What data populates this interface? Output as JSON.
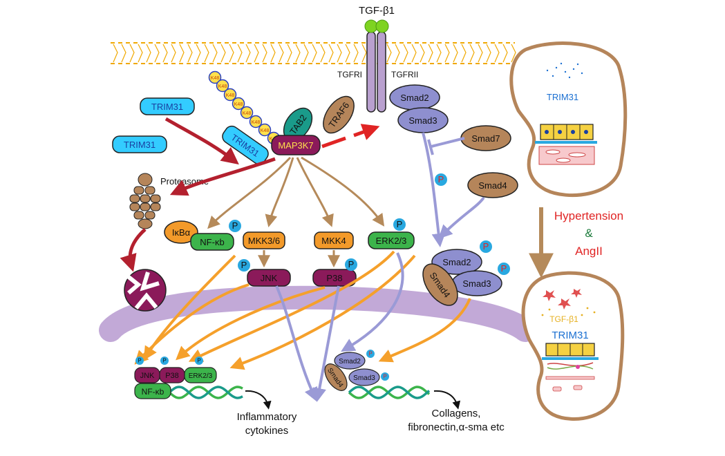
{
  "labels": {
    "ligand": "TGF-β1",
    "receptor_left": "TGFRI",
    "receptor_right": "TGFRII",
    "trim31_a": "TRIM31",
    "trim31_b": "TRIM31",
    "trim31_bound": "TRIM31",
    "k48": "K48",
    "tab2": "TAB2",
    "traf6": "TRAF6",
    "map3k7": "MAP3K7",
    "smad2": "Smad2",
    "smad3": "Smad3",
    "smad7": "Smad7",
    "smad4": "Smad4",
    "proteasome": "Proteasome",
    "ikba": "IκBα",
    "nfkb": "NF-κb",
    "mkk36": "MKK3/6",
    "mkk4": "MKK4",
    "erk23": "ERK2/3",
    "jnk": "JNK",
    "p38": "P38",
    "complex_smad2": "Smad2",
    "complex_smad3": "Smad3",
    "complex_smad4": "Smad4",
    "phospho": "P",
    "nuc_jnk": "JNK",
    "nuc_p38": "P38",
    "nuc_erk": "ERK2/3",
    "nuc_nfkb": "NF-κb",
    "nuc_smad2": "Smad2",
    "nuc_smad3": "Smad3",
    "nuc_smad4": "Smad4",
    "output_left_1": "Inflammatory",
    "output_left_2": "cytokines",
    "output_right_1": "Collagens,",
    "output_right_2": "fibronectin,α-sma etc",
    "kidney_top_trim31": "TRIM31",
    "hypertension": "Hypertension",
    "amp": "&",
    "angii": "AngII",
    "kidney_bottom_tgf": "TGF-β1",
    "kidney_bottom_trim31": "TRIM31"
  },
  "colors": {
    "cyan": "#33ccff",
    "teal": "#1a9b8a",
    "brown": "#b5855a",
    "purple_receptor": "#b9a0cf",
    "smad_blue": "#8e8fcf",
    "magenta": "#8b1a5a",
    "orange": "#f39a2a",
    "green": "#3cb44b",
    "red": "#e02424",
    "dark_red": "#b3202e",
    "arrow_brown": "#b58a5a",
    "arrow_orange": "#f5a02b",
    "arrow_blue": "#9a9ad6",
    "membrane": "#f0a800",
    "nucleus": "#b79ad0",
    "phospho_blue": "#29a8e0",
    "k48_yellow": "#ffe14d"
  }
}
